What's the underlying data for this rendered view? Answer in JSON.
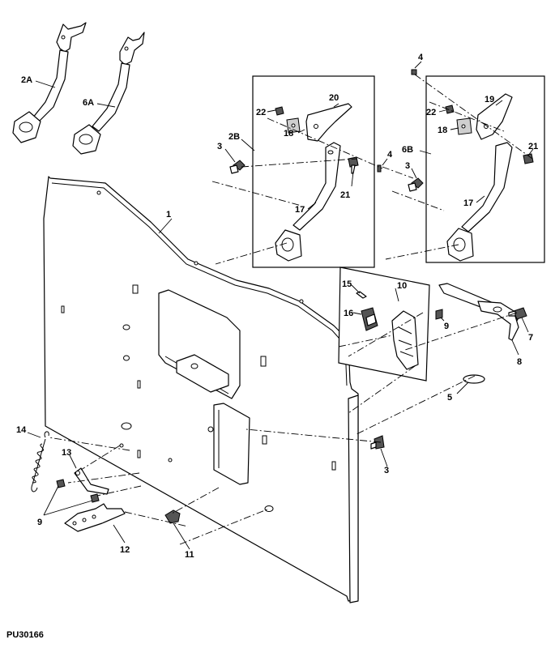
{
  "figure_id": "PU30166",
  "callouts": {
    "c1": "1",
    "c2A": "2A",
    "c2B": "2B",
    "c3a": "3",
    "c3b": "3",
    "c3c": "3",
    "c4a": "4",
    "c4b": "4",
    "c5": "5",
    "c6A": "6A",
    "c6B": "6B",
    "c7": "7",
    "c8": "8",
    "c9a": "9",
    "c9b": "9",
    "c10": "10",
    "c11": "11",
    "c12": "12",
    "c13": "13",
    "c14": "14",
    "c15": "15",
    "c16": "16",
    "c17a": "17",
    "c17b": "17",
    "c18a": "18",
    "c18b": "18",
    "c19": "19",
    "c20": "20",
    "c21a": "21",
    "c21b": "21",
    "c22a": "22",
    "c22b": "22"
  }
}
